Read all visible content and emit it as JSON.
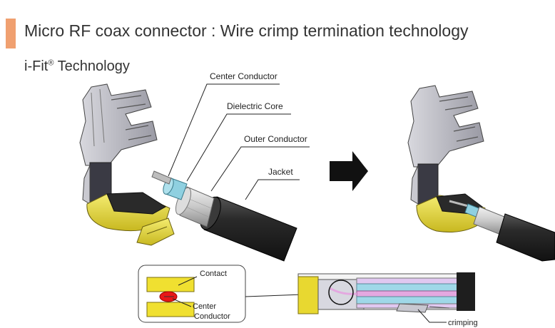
{
  "title": "Micro RF coax connector : Wire crimp termination technology",
  "subtitle_brand": "i-Fit",
  "subtitle_mark": "®",
  "subtitle_rest": " Technology",
  "callouts": {
    "center_conductor": "Center Conductor",
    "dielectric_core": "Dielectric Core",
    "outer_conductor": "Outer Conductor",
    "jacket": "Jacket"
  },
  "detail": {
    "contact": "Contact",
    "center_line1": "Center",
    "center_line2": "Conductor",
    "crimping": "crimping"
  },
  "colors": {
    "accent": "#f0a070",
    "housing_yellow": "#e8e04a",
    "contact_gray": "#b8b8c0",
    "dielectric": "#8fd0e0",
    "center_conductor_red": "#e81818",
    "jacket_black": "#1e1e1e"
  },
  "icons": [
    "right-arrow-icon"
  ]
}
